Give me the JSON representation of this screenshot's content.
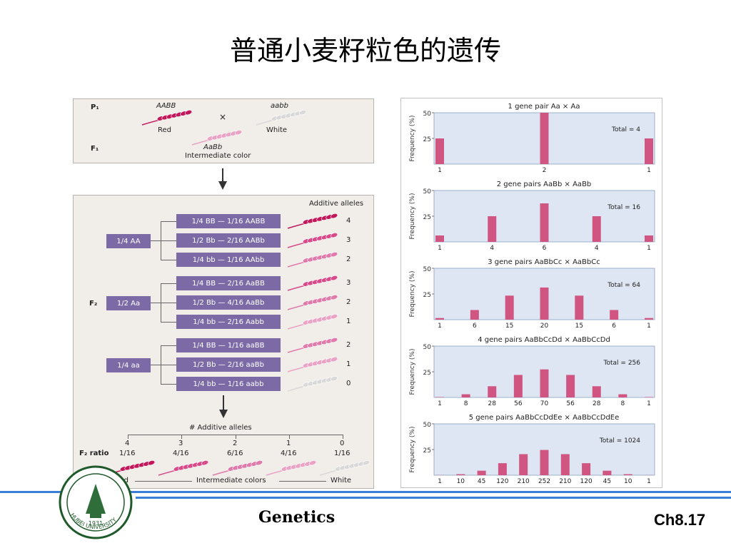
{
  "slide": {
    "title": "普通小麦籽粒色的遗传",
    "footer_center": "Genetics",
    "footer_right": "Ch8.17",
    "logo_year": "1931",
    "logo_text": "HUBEI UNIVERSITY"
  },
  "cross": {
    "p1_label": "P₁",
    "f1_label": "F₁",
    "parent1_genotype": "AABB",
    "parent1_color": "Red",
    "times": "×",
    "parent2_genotype": "aabb",
    "parent2_color": "White",
    "f1_genotype": "AaBb",
    "f1_color": "Intermediate color",
    "additive_header": "Additive alleles",
    "f2_label": "F₂",
    "groups": [
      {
        "label": "1/4 AA",
        "rows": [
          {
            "text": "1/4 BB — 1/16 AABB",
            "alleles": "4"
          },
          {
            "text": "1/2 Bb — 2/16 AABb",
            "alleles": "3"
          },
          {
            "text": "1/4 bb — 1/16 AAbb",
            "alleles": "2"
          }
        ]
      },
      {
        "label": "1/2 Aa",
        "rows": [
          {
            "text": "1/4 BB — 2/16 AaBB",
            "alleles": "3"
          },
          {
            "text": "1/2 Bb — 4/16 AaBb",
            "alleles": "2"
          },
          {
            "text": "1/4 bb — 2/16 Aabb",
            "alleles": "1"
          }
        ]
      },
      {
        "label": "1/4 aa",
        "rows": [
          {
            "text": "1/4 BB — 1/16 aaBB",
            "alleles": "2"
          },
          {
            "text": "1/2 Bb — 2/16 aaBb",
            "alleles": "1"
          },
          {
            "text": "1/4 bb — 1/16 aabb",
            "alleles": "0"
          }
        ]
      }
    ],
    "additive_axis_title": "# Additive alleles",
    "ratio_label": "F₂ ratio",
    "ratio_alleles": [
      "4",
      "3",
      "2",
      "1",
      "0"
    ],
    "ratio_values": [
      "1/16",
      "4/16",
      "6/16",
      "4/16",
      "1/16"
    ],
    "bottom_red": "Red",
    "bottom_mid": "Intermediate colors",
    "bottom_white": "White",
    "wheat_colors": [
      "#c2185b",
      "#d84a8a",
      "#e07aab",
      "#eaa3c5",
      "#f2c9dc",
      "#d9d9d9"
    ]
  },
  "chart_data": [
    {
      "type": "bar",
      "title": "1 gene pair Aa × Aa",
      "ylabel": "Frequency (%)",
      "ylim": [
        0,
        50
      ],
      "yticks": [
        25,
        50
      ],
      "categories": [
        "1",
        "2",
        "1"
      ],
      "values": [
        25,
        50,
        25
      ],
      "total_label": "Total = 4"
    },
    {
      "type": "bar",
      "title": "2 gene pairs AaBb × AaBb",
      "ylabel": "Frequency (%)",
      "ylim": [
        0,
        50
      ],
      "yticks": [
        25,
        50
      ],
      "categories": [
        "1",
        "4",
        "6",
        "4",
        "1"
      ],
      "values": [
        6.25,
        25,
        37.5,
        25,
        6.25
      ],
      "total_label": "Total = 16"
    },
    {
      "type": "bar",
      "title": "3 gene pairs AaBbCc × AaBbCc",
      "ylabel": "Frequency (%)",
      "ylim": [
        0,
        50
      ],
      "yticks": [
        25,
        50
      ],
      "categories": [
        "1",
        "6",
        "15",
        "20",
        "15",
        "6",
        "1"
      ],
      "values": [
        1.6,
        9.4,
        23.4,
        31.3,
        23.4,
        9.4,
        1.6
      ],
      "total_label": "Total = 64"
    },
    {
      "type": "bar",
      "title": "4 gene pairs AaBbCcDd × AaBbCcDd",
      "ylabel": "Frequency (%)",
      "ylim": [
        0,
        50
      ],
      "yticks": [
        25,
        50
      ],
      "categories": [
        "1",
        "8",
        "28",
        "56",
        "70",
        "56",
        "28",
        "8",
        "1"
      ],
      "values": [
        0.4,
        3.1,
        10.9,
        21.9,
        27.3,
        21.9,
        10.9,
        3.1,
        0.4
      ],
      "total_label": "Total = 256"
    },
    {
      "type": "bar",
      "title": "5 gene pairs AaBbCcDdEe × AaBbCcDdEe",
      "ylabel": "Frequency (%)",
      "ylim": [
        0,
        50
      ],
      "yticks": [
        25,
        50
      ],
      "categories": [
        "1",
        "10",
        "45",
        "120",
        "210",
        "252",
        "210",
        "120",
        "45",
        "10",
        "1"
      ],
      "values": [
        0.1,
        1.0,
        4.4,
        11.7,
        20.5,
        24.6,
        20.5,
        11.7,
        4.4,
        1.0,
        0.1
      ],
      "total_label": "Total = 1024"
    }
  ],
  "chart_colors": {
    "bar": "#d05580",
    "plot_bg": "#dde6f2",
    "axis": "#555555"
  }
}
